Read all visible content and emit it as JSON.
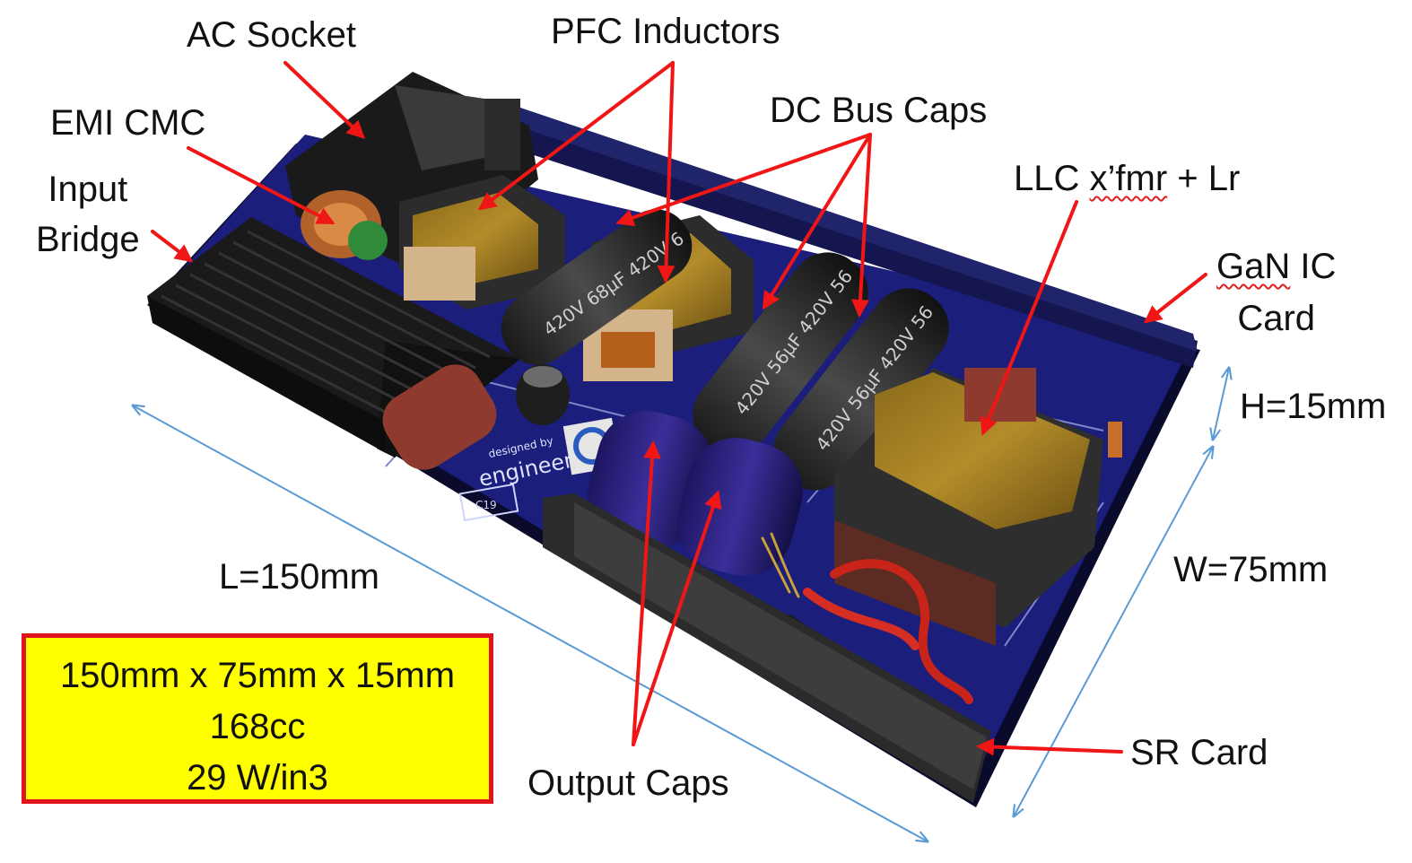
{
  "labels": {
    "ac_socket": "AC Socket",
    "pfc_inductors": "PFC Inductors",
    "emi_cmc": "EMI CMC",
    "dc_bus_caps": "DC Bus Caps",
    "input": "Input",
    "bridge": "Bridge",
    "llc_prefix": "LLC ",
    "llc_xfmr": "x’fmr",
    "llc_suffix": " + Lr",
    "gan_ic_1": "GaN",
    "gan_ic_2": " IC",
    "card": "Card",
    "height": "H=15mm",
    "width": "W=75mm",
    "length": "L=150mm",
    "sr_card": "SR Card",
    "output_caps": "Output Caps"
  },
  "spec_box": {
    "dimensions": "150mm x 75mm x 15mm",
    "volume": "168cc",
    "power_density": "29 W/in3"
  },
  "board_text": {
    "cap_marking_1": "420V 68µF 420V 6",
    "cap_marking_2": "420V 56µF 420V 56",
    "cap_marking_3": "420V 56µF 420V 56",
    "designed_by": "designed by",
    "engineer": "engineer",
    "c19": "C19"
  },
  "colors": {
    "arrow_red": "#f01616",
    "dimension_blue": "#5b9bd5",
    "pcb_blue": "#1b1e7a",
    "heatsink": "#1a1a1a",
    "spec_fill": "#ffff00",
    "spec_border": "#e0141c"
  }
}
